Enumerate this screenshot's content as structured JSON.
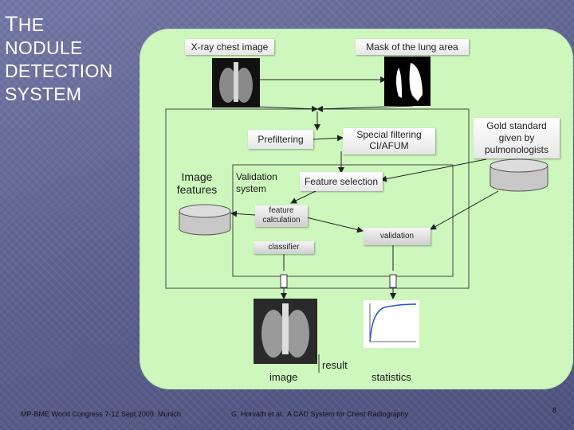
{
  "slide": {
    "title_first_letter": "T",
    "title_rest_first_line": "HE",
    "title_line2": "NODULE",
    "title_line3": "DETECTION",
    "title_line4": "SYSTEM"
  },
  "diagram": {
    "xray_label": "X-ray chest image",
    "mask_label": "Mask of the lung area",
    "prefiltering": "Prefiltering",
    "special_filtering_1": "Special filtering",
    "special_filtering_2": "CI/AFUM",
    "gold_standard_1": "Gold standard",
    "gold_standard_2": "given by",
    "gold_standard_3": "pulmonologists",
    "image_features_1": "Image",
    "image_features_2": "features",
    "validation_system_1": "Validation",
    "validation_system_2": "system",
    "feature_selection": "Feature selection",
    "feature_calculation_1": "feature",
    "feature_calculation_2": "calculation",
    "validation": "validation",
    "classifier": "classifier",
    "result": "result",
    "image": "image",
    "statistics": "statistics"
  },
  "footer": {
    "left": "MP-BME World Congress 7-12 Sept.2009. Munich",
    "center": "G. Horváth et al.: A CAD System for Chest Radiography",
    "page_number": "8"
  },
  "colors": {
    "background": "#5b5f8c",
    "panel": "#cdf7bc",
    "database": "#c8c8c8"
  }
}
